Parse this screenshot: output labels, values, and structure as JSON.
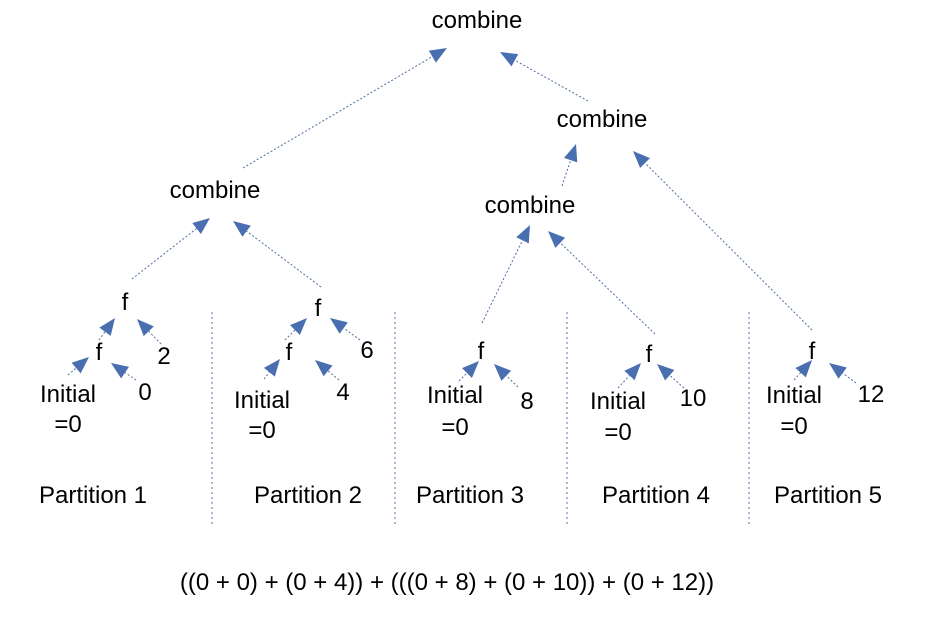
{
  "root": {
    "combine": "combine"
  },
  "combine_left": "combine",
  "combine_right": "combine",
  "combine_mid": "combine",
  "partitions": [
    {
      "label": "Partition 1",
      "f_outer": "f",
      "f_inner": "f",
      "outer_value": "2",
      "inner_value": "0",
      "initial_line1": "Initial",
      "initial_line2": "=0"
    },
    {
      "label": "Partition 2",
      "f_outer": "f",
      "f_inner": "f",
      "outer_value": "6",
      "inner_value": "4",
      "initial_line1": "Initial",
      "initial_line2": "=0"
    },
    {
      "label": "Partition 3",
      "f": "f",
      "value": "8",
      "initial_line1": "Initial",
      "initial_line2": "=0"
    },
    {
      "label": "Partition 4",
      "f": "f",
      "value": "10",
      "initial_line1": "Initial",
      "initial_line2": "=0"
    },
    {
      "label": "Partition 5",
      "f": "f",
      "value": "12",
      "initial_line1": "Initial",
      "initial_line2": "=0"
    }
  ],
  "formula": "((0 + 0) + (0 + 4)) + (((0 + 8) + (0 + 10)) + (0 + 12))",
  "colors": {
    "edge": "#4f6fa8",
    "arrow": "#4a6fb0",
    "text": "#000000"
  }
}
